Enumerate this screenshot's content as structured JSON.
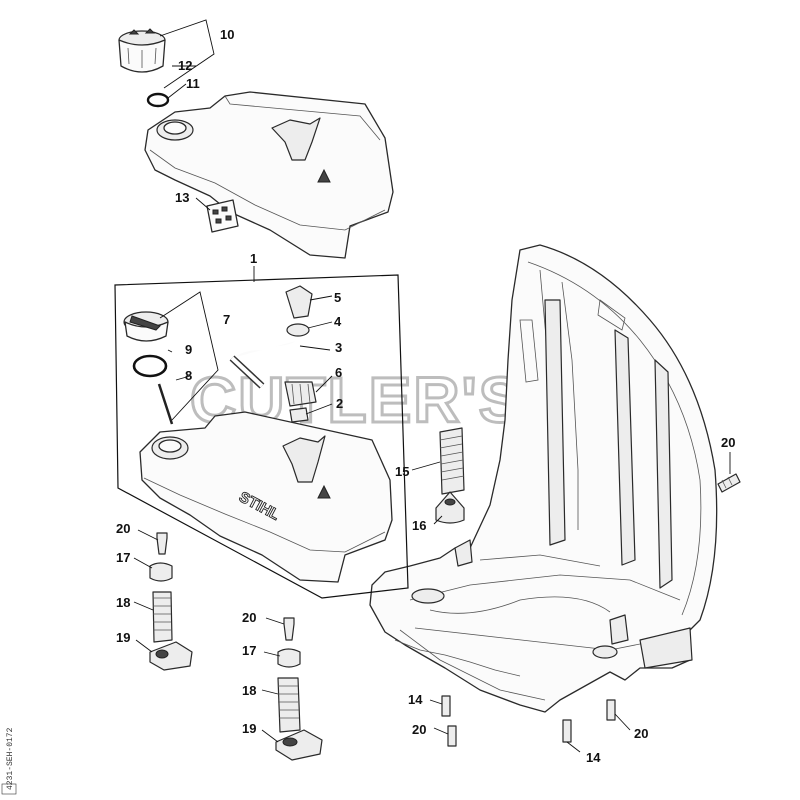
{
  "watermark": "CUTLER'S",
  "brand_mark": "STIHL",
  "document_id": "4231-SEH-0172",
  "callouts": [
    {
      "id": "c10",
      "label": "10"
    },
    {
      "id": "c12",
      "label": "12"
    },
    {
      "id": "c11",
      "label": "11"
    },
    {
      "id": "c13",
      "label": "13"
    },
    {
      "id": "c1",
      "label": "1"
    },
    {
      "id": "c5",
      "label": "5"
    },
    {
      "id": "c4",
      "label": "4"
    },
    {
      "id": "c7",
      "label": "7"
    },
    {
      "id": "c9",
      "label": "9"
    },
    {
      "id": "c3",
      "label": "3"
    },
    {
      "id": "c6",
      "label": "6"
    },
    {
      "id": "c8",
      "label": "8"
    },
    {
      "id": "c2",
      "label": "2"
    },
    {
      "id": "c15",
      "label": "15"
    },
    {
      "id": "c16",
      "label": "16"
    },
    {
      "id": "c20a",
      "label": "20"
    },
    {
      "id": "c20b",
      "label": "20"
    },
    {
      "id": "c17a",
      "label": "17"
    },
    {
      "id": "c18a",
      "label": "18"
    },
    {
      "id": "c19a",
      "label": "19"
    },
    {
      "id": "c20c",
      "label": "20"
    },
    {
      "id": "c17b",
      "label": "17"
    },
    {
      "id": "c18b",
      "label": "18"
    },
    {
      "id": "c19b",
      "label": "19"
    },
    {
      "id": "c14a",
      "label": "14"
    },
    {
      "id": "c20d",
      "label": "20"
    },
    {
      "id": "c14b",
      "label": "14"
    },
    {
      "id": "c20e",
      "label": "20"
    }
  ]
}
